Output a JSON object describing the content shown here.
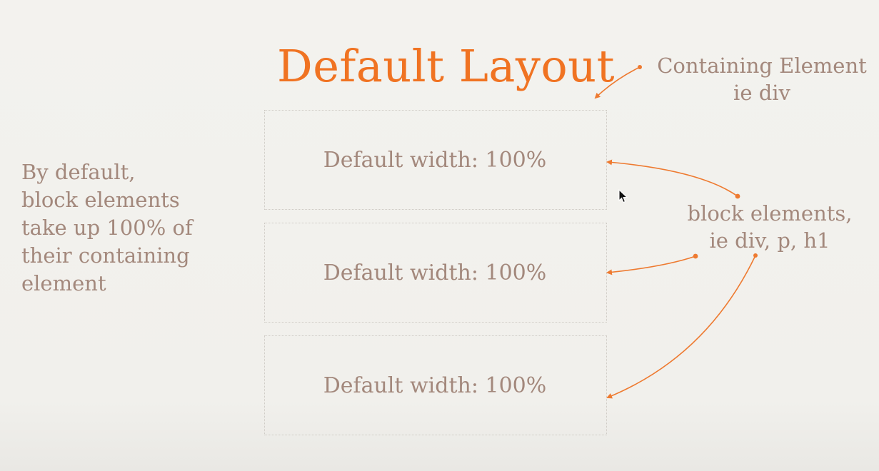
{
  "slide": {
    "title": "Default Layout",
    "containing_annotation": {
      "line1": "Containing Element",
      "line2": "ie div"
    },
    "block_annotation": {
      "line1": "block elements,",
      "line2": "ie div, p, h1"
    },
    "left_text": {
      "lines": [
        "By default,",
        "block elements",
        "take up 100% of",
        "their containing",
        "element"
      ]
    },
    "boxes": [
      {
        "label": "Default width: 100%"
      },
      {
        "label": "Default width: 100%"
      },
      {
        "label": "Default width: 100%"
      }
    ]
  },
  "colors": {
    "title": "#f07322",
    "text": "#a3887c",
    "arrow": "#ee7a30",
    "background": "#f1f0ec",
    "box_border": "#cfcbc5"
  }
}
